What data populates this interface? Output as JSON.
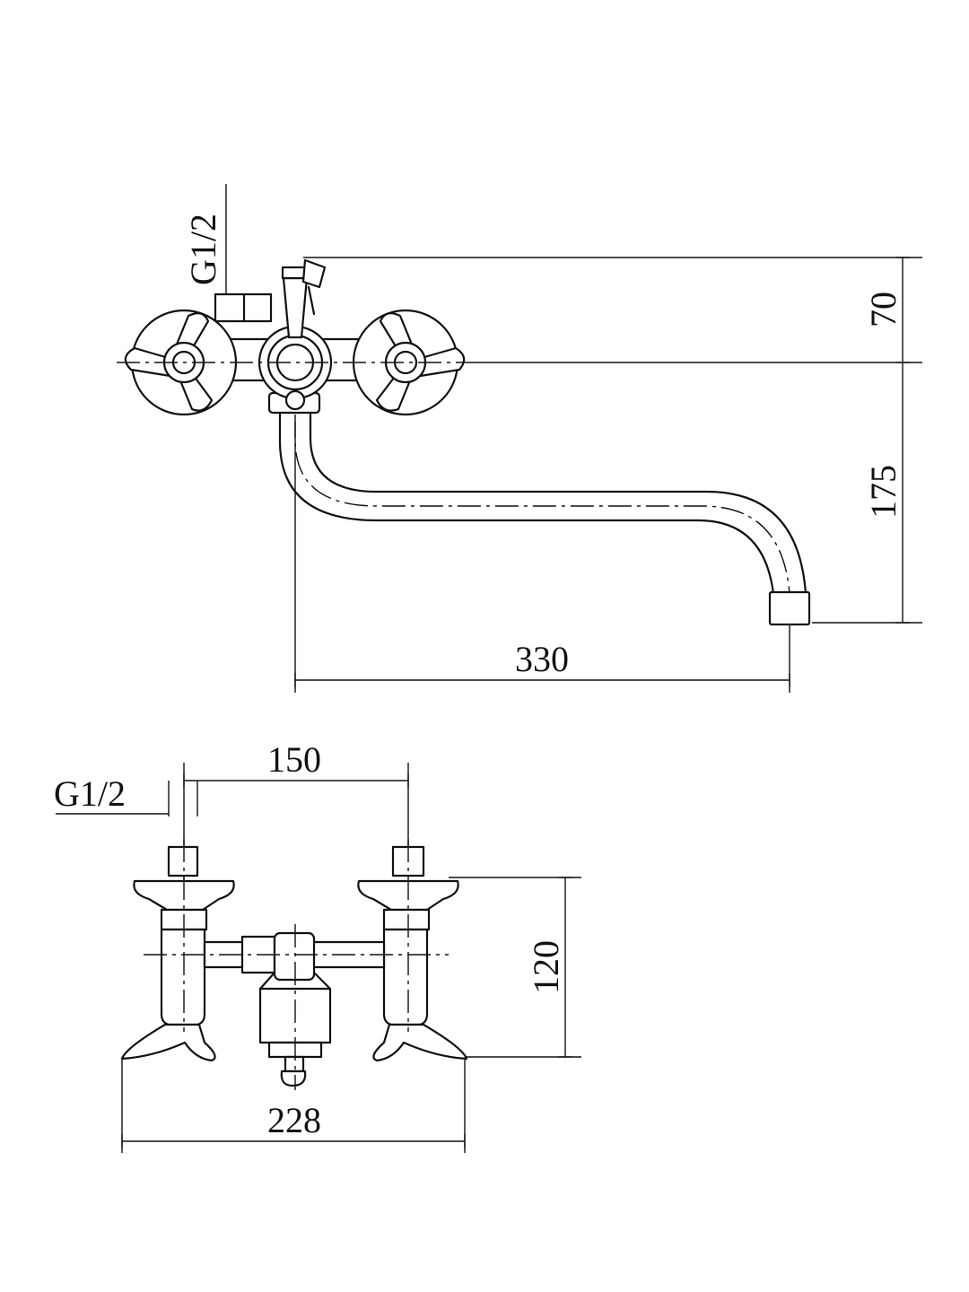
{
  "top_view": {
    "thread_label": "G1/2",
    "dim_height_upper": "70",
    "dim_height_lower": "175",
    "dim_spout_reach": "330"
  },
  "front_view": {
    "thread_label": "G1/2",
    "dim_inlet_spacing": "150",
    "dim_height": "120",
    "dim_overall_width": "228"
  }
}
